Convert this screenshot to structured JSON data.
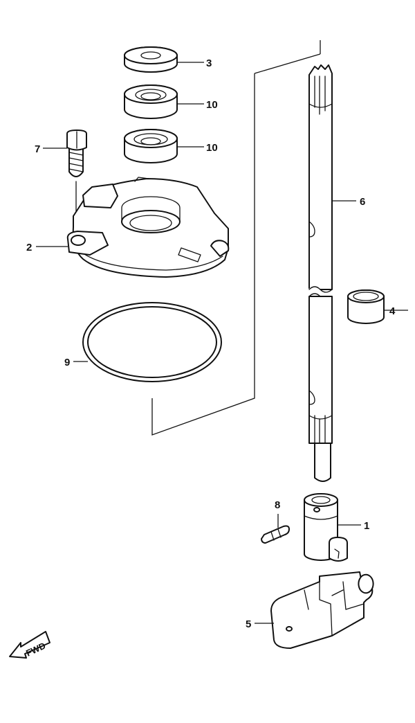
{
  "callouts": [
    {
      "id": "c3",
      "label": "3"
    },
    {
      "id": "c10a",
      "label": "10"
    },
    {
      "id": "c10b",
      "label": "10"
    },
    {
      "id": "c7",
      "label": "7"
    },
    {
      "id": "c6",
      "label": "6"
    },
    {
      "id": "c2",
      "label": "2"
    },
    {
      "id": "c4",
      "label": "4"
    },
    {
      "id": "c9",
      "label": "9"
    },
    {
      "id": "c8",
      "label": "8"
    },
    {
      "id": "c1",
      "label": "1"
    },
    {
      "id": "c5",
      "label": "5"
    }
  ],
  "fwd_label": "FWD",
  "colors": {
    "line": "#111111",
    "background": "#ffffff"
  }
}
